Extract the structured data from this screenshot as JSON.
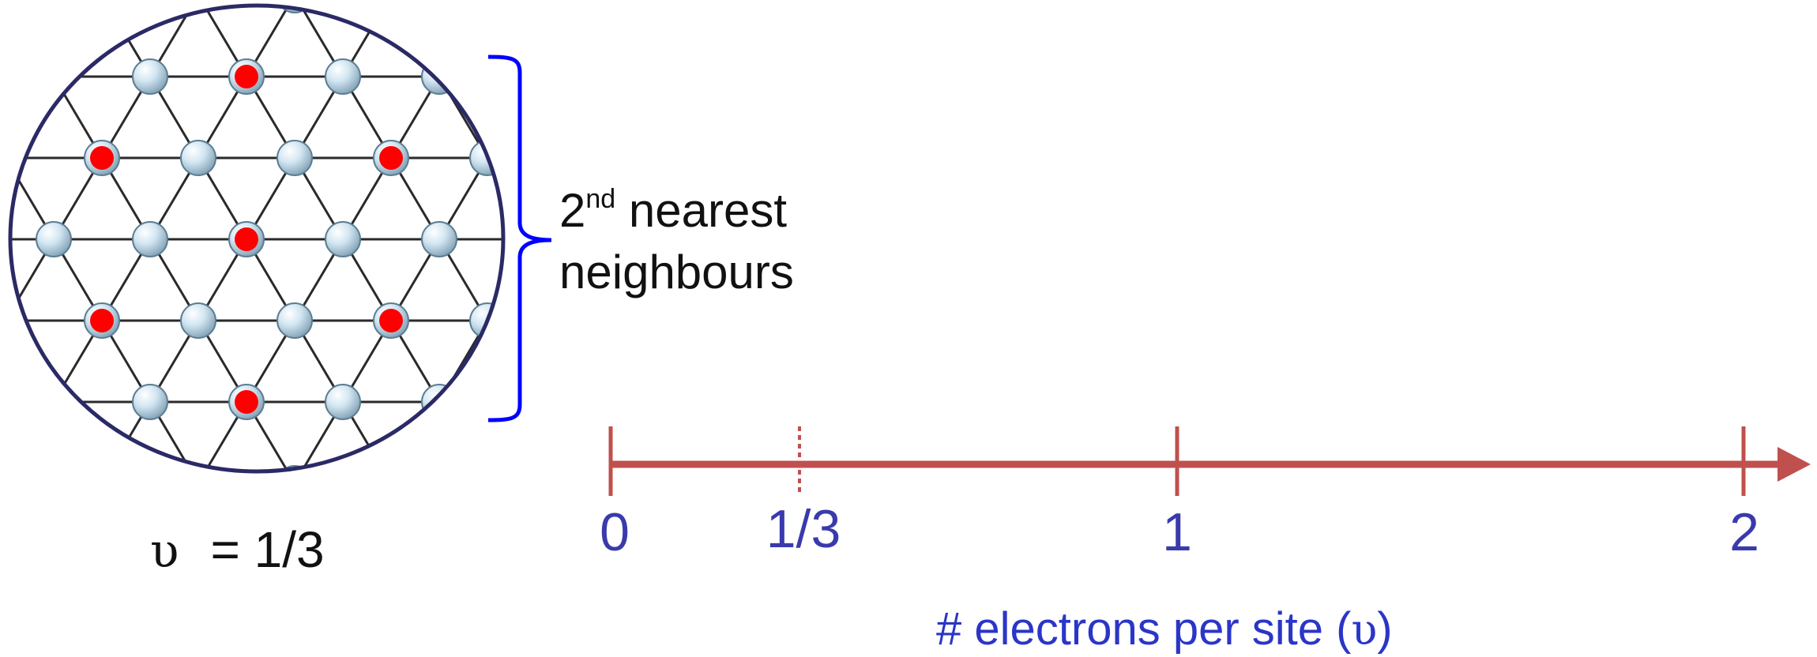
{
  "lattice": {
    "site_color": "#cfe3ef",
    "occupied_color": "#ff0000",
    "bond_color": "#2a2a2a",
    "border_color": "#2a2a66"
  },
  "neighbours_label": {
    "base": "2",
    "superscript": "nd",
    "line1_rest": " nearest",
    "line2": "neighbours",
    "bracket_color": "#0000ff"
  },
  "filling": {
    "symbol": "υ",
    "text": "= 1/3"
  },
  "axis": {
    "color": "#c0504d",
    "label_color": "#3a3aad",
    "ticks": [
      {
        "value": 0,
        "label": "0"
      },
      {
        "value": 0.3333,
        "label": "1/3",
        "dashed": true
      },
      {
        "value": 1,
        "label": "1"
      },
      {
        "value": 2,
        "label": "2"
      }
    ],
    "title_text": "# electrons per site (",
    "title_symbol": "υ",
    "title_close": ")"
  }
}
